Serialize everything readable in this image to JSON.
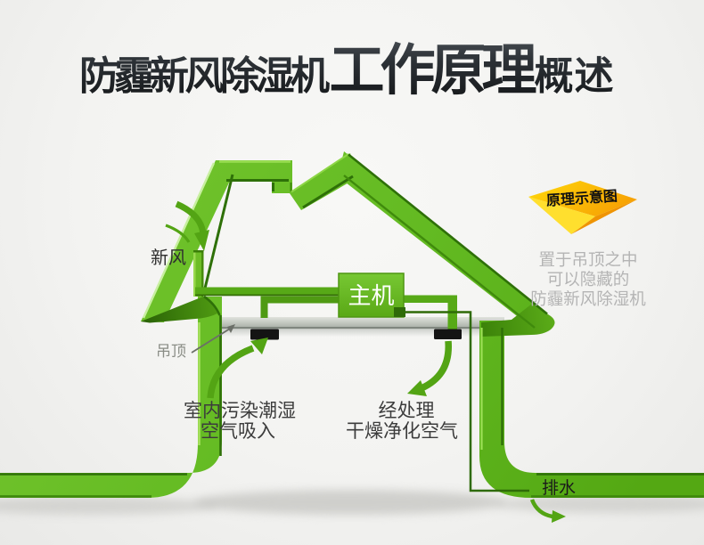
{
  "title": {
    "segment1": "防霾新风除湿机",
    "segment2": "工作原理",
    "segment3": "概述"
  },
  "badge": {
    "label": "原理示意图"
  },
  "side_note": {
    "line1": "置于吊顶之中",
    "line2": "可以隐藏的",
    "line3": "防霾新风除湿机"
  },
  "diagram": {
    "fresh_air_label": "新风",
    "ceiling_label": "吊顶",
    "main_unit_label": "主机",
    "intake_label_line1": "室内污染潮湿",
    "intake_label_line2": "空气吸入",
    "processed_label_line1": "经处理",
    "processed_label_line2": "干燥净化空气",
    "drain_label": "排水"
  },
  "colors": {
    "house_green": "#6abf28",
    "house_green_dark": "#2e7008",
    "badge_yellow": "#ffd400",
    "badge_orange": "#ef9403",
    "title_color": "#2a2e33",
    "note_gray": "#b4b4b4",
    "vent_black": "#141414"
  }
}
